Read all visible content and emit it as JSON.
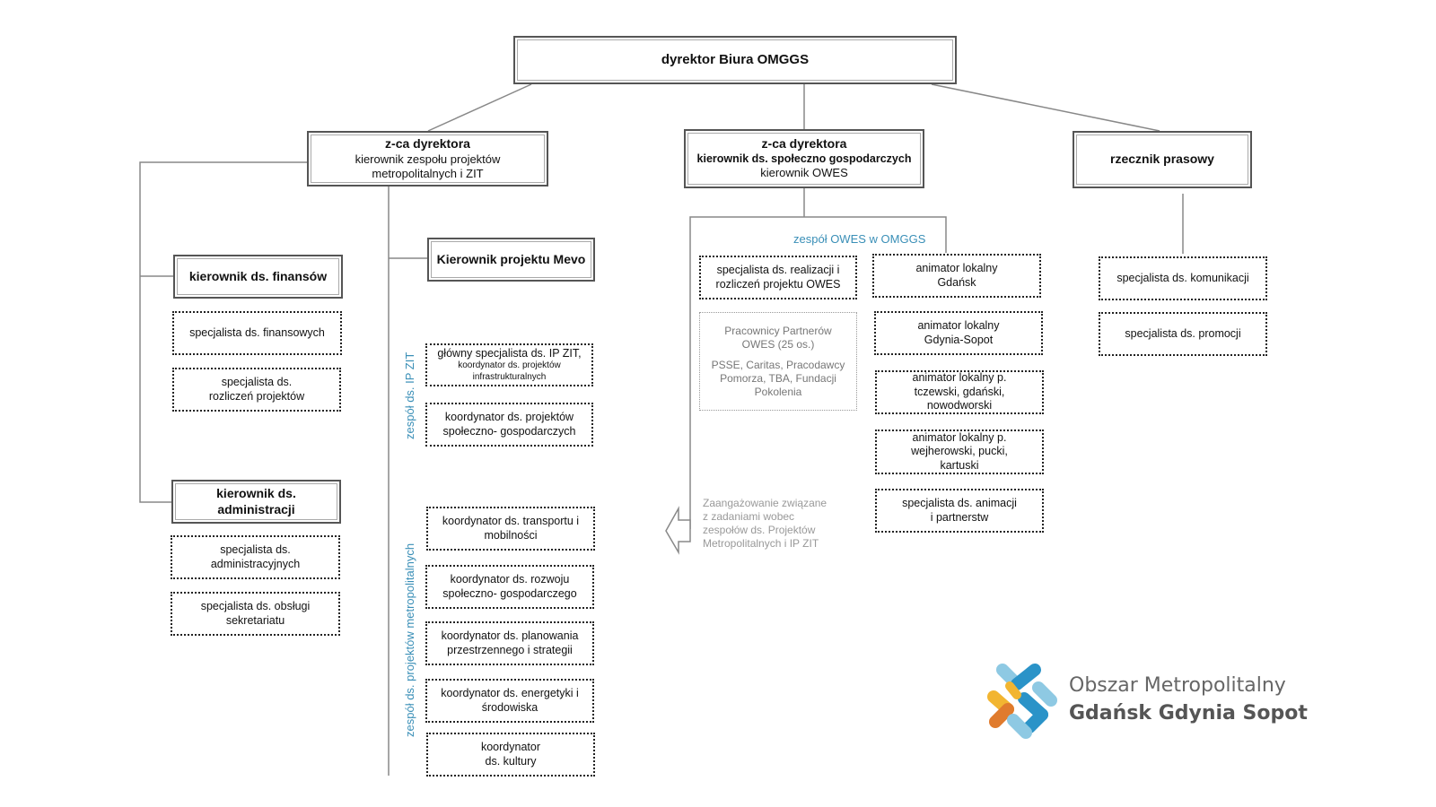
{
  "director": "dyrektor Biura OMGGS",
  "deputy1": {
    "title": "z-ca dyrektora",
    "line1": "kierownik zespołu projektów",
    "line2": "metropolitalnych i ZIT"
  },
  "deputy2": {
    "title": "z-ca dyrektora",
    "line1": "kierownik ds. społeczno gospodarczych",
    "line2": "kierownik OWES"
  },
  "spokesperson": "rzecznik prasowy",
  "finance": {
    "head": "kierownik ds. finansów",
    "items": [
      "specjalista ds. finansowych",
      "specjalista ds. rozliczeń projektów"
    ]
  },
  "administration": {
    "head": "kierownik ds. administracji",
    "items": [
      "specjalista ds. administracyjnych",
      "specjalista ds. obsługi sekretariatu"
    ]
  },
  "mevo": "Kierownik projektu Mevo",
  "ip_zit_team": {
    "label": "zespół ds. IP ZIT",
    "item1_main": "główny specjalista ds. IP ZIT,",
    "item1_sub": "koordynator ds. projektów infrastrukturalnych",
    "item2": "koordynator ds. projektów społeczno- gospodarczych"
  },
  "metro_team": {
    "label": "zespół ds. projektów metropolitalnych",
    "items": [
      "koordynator ds. transportu i mobilności",
      "koordynator ds. rozwoju społeczno- gospodarczego",
      "koordynator ds. planowania przestrzennego i strategii",
      "koordynator ds. energetyki i środowiska",
      "koordynator ds. kultury"
    ]
  },
  "owes_team": {
    "label": "zespół OWES  w OMGGS",
    "realization": "specjalista ds. realizacji i rozliczeń projektu OWES",
    "partners_line1": "Pracownicy Partnerów OWES  (25 os.)",
    "partners_line2": "PSSE, Caritas, Pracodawcy Pomorza, TBA,  Fundacji Pokolenia",
    "animators": [
      "animator lokalny Gdańsk",
      "animator lokalny Gdynia-Sopot",
      "animator lokalny p. tczewski, gdański, nowodworski",
      "animator lokalny p. wejherowski, pucki, kartuski",
      "specjalista ds. animacji i partnerstw"
    ],
    "note": "Zaangażowanie związane z zadaniami wobec zespołów  ds. Projektów Metropolitalnych i IP ZIT"
  },
  "press": {
    "items": [
      "specjalista ds. komunikacji",
      "specjalista ds. promocji"
    ]
  },
  "logo": {
    "line1": "Obszar Metropolitalny",
    "line2": "Gdańsk Gdynia Sopot"
  },
  "colors": {
    "label_blue": "#3a8fb7",
    "logo_blue": "#2a93c8",
    "logo_light": "#8ec9e3",
    "logo_yellow": "#f2b531",
    "logo_orange": "#e07b2d"
  }
}
